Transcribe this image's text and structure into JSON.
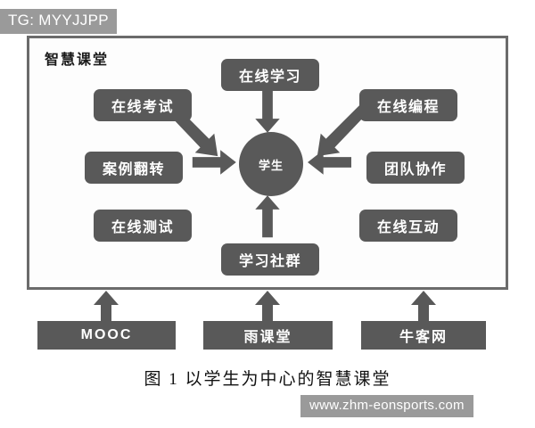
{
  "watermarks": {
    "top_left": "TG: MYYJJPP",
    "bottom_right": "www.zhm-eonsports.com"
  },
  "diagram": {
    "frame_title": "智慧课堂",
    "center": {
      "label": "学生"
    },
    "nodes": [
      {
        "id": "online-learning",
        "label": "在线学习",
        "position": "top"
      },
      {
        "id": "online-exam",
        "label": "在线考试",
        "position": "top-left"
      },
      {
        "id": "online-coding",
        "label": "在线编程",
        "position": "top-right"
      },
      {
        "id": "case-flip",
        "label": "案例翻转",
        "position": "left"
      },
      {
        "id": "team-collab",
        "label": "团队协作",
        "position": "right"
      },
      {
        "id": "online-test",
        "label": "在线测试",
        "position": "bottom-left"
      },
      {
        "id": "online-interact",
        "label": "在线互动",
        "position": "bottom-right"
      },
      {
        "id": "learn-community",
        "label": "学习社群",
        "position": "bottom"
      }
    ],
    "platforms": [
      {
        "id": "mooc",
        "label": "MOOC"
      },
      {
        "id": "rain",
        "label": "雨课堂"
      },
      {
        "id": "nowcoder",
        "label": "牛客网"
      }
    ]
  },
  "caption": "图 1 以学生为中心的智慧课堂",
  "colors": {
    "node_fill": "#595959",
    "frame_border": "#6b6b6b",
    "arrow_fill": "#595959",
    "watermark_bg": "#9a9a9a",
    "text_on_node": "#ffffff",
    "page_bg": "#ffffff"
  }
}
